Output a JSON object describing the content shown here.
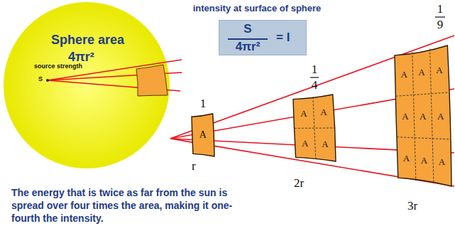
{
  "diagram": {
    "title": "intensity at surface of sphere",
    "caption": "The energy that is twice as far from the sun is spread over four times the area, making it one-fourth the intensity.",
    "nodes": [
      {
        "text": [
          "Sphere area",
          "4πr²",
          "source strength",
          "S"
        ]
      },
      {
        "text": [
          "S",
          "4πr²",
          "= I"
        ]
      },
      {
        "text": [
          "A"
        ]
      },
      {
        "text": [
          "A",
          "A",
          "A",
          "A"
        ]
      },
      {
        "text": [
          "A",
          "A",
          "A",
          "A",
          "A",
          "A",
          "A",
          "A",
          "A"
        ]
      }
    ],
    "labels": [
      "1",
      "1",
      "4",
      "1",
      "9",
      "r",
      "2r",
      "3r"
    ]
  }
}
